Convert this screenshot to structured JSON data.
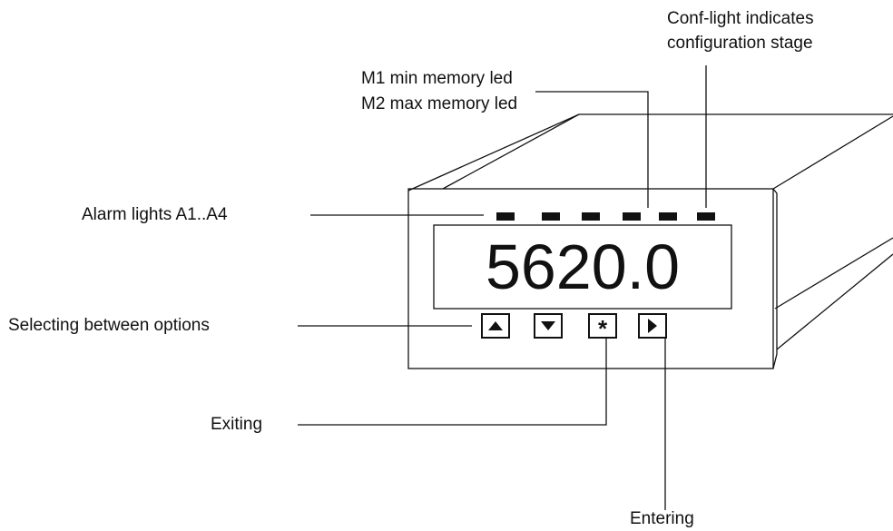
{
  "device": {
    "display_value": "5620.0",
    "keys": [
      {
        "name": "up-key",
        "icon": "triangle-up-icon"
      },
      {
        "name": "down-key",
        "icon": "triangle-down-icon"
      },
      {
        "name": "star-key",
        "glyph": "*"
      },
      {
        "name": "right-key",
        "icon": "triangle-right-icon"
      }
    ],
    "led_count": 6
  },
  "callouts": {
    "conf_light_line1": "Conf-light indicates",
    "conf_light_line2": "configuration stage",
    "memory_led_line1": "M1 min memory led",
    "memory_led_line2": "M2 max memory led",
    "alarm_lights": "Alarm lights A1..A4",
    "selecting": "Selecting between options",
    "exiting": "Exiting",
    "entering": "Entering"
  }
}
